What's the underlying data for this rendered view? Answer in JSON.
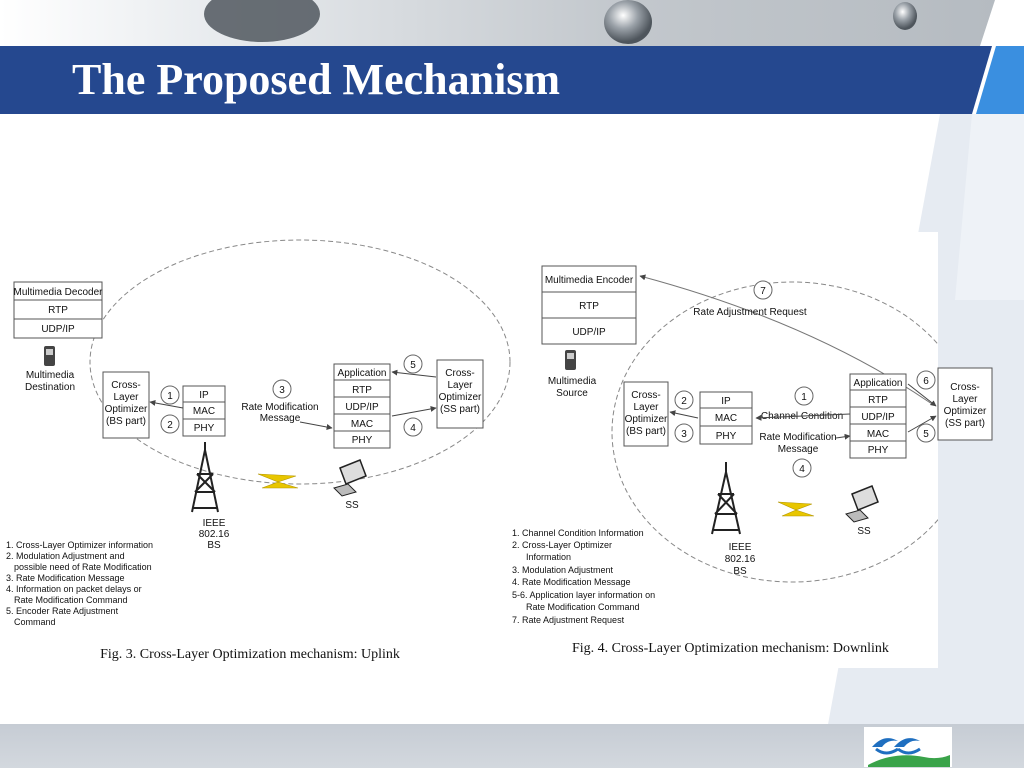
{
  "slide": {
    "title": "The Proposed Mechanism",
    "colors": {
      "title_bar": "#25488f",
      "accent": "#2e86de",
      "footer": "#cbd1d8"
    }
  },
  "fig3": {
    "decoder_stack": [
      "Multimedia Decoder",
      "RTP",
      "UDP/IP"
    ],
    "destination_label": [
      "Multimedia",
      "Destination"
    ],
    "optimizer_bs": [
      "Cross-",
      "Layer",
      "Optimizer",
      "(BS part)"
    ],
    "bs_stack": [
      "IP",
      "MAC",
      "PHY"
    ],
    "ss_stack": [
      "Application",
      "RTP",
      "UDP/IP",
      "MAC",
      "PHY"
    ],
    "optimizer_ss": [
      "Cross-",
      "Layer",
      "Optimizer",
      "(SS part)"
    ],
    "steps": [
      "1",
      "2",
      "3",
      "4",
      "5"
    ],
    "rate_msg": [
      "Rate Modification",
      "Message"
    ],
    "bs_label": [
      "IEEE",
      "802.16",
      "BS"
    ],
    "ss_label": "SS",
    "legend": [
      "1. Cross-Layer Optimizer information",
      "2. Modulation Adjustment and",
      "possible need of Rate Modification",
      "3. Rate Modification Message",
      "4. Information on packet delays or",
      "Rate Modification Command",
      "5. Encoder Rate Adjustment",
      "Command"
    ],
    "caption": "Fig. 3. Cross-Layer Optimization mechanism: Uplink"
  },
  "fig4": {
    "encoder_stack": [
      "Multimedia Encoder",
      "RTP",
      "UDP/IP"
    ],
    "source_label": [
      "Multimedia",
      "Source"
    ],
    "rate_adjust": "Rate Adjustment Request",
    "optimizer_bs": [
      "Cross-",
      "Layer",
      "Optimizer",
      "(BS part)"
    ],
    "bs_stack": [
      "IP",
      "MAC",
      "PHY"
    ],
    "ss_stack": [
      "Application",
      "RTP",
      "UDP/IP",
      "MAC",
      "PHY"
    ],
    "optimizer_ss": [
      "Cross-",
      "Layer",
      "Optimizer",
      "(SS part)"
    ],
    "steps": [
      "1",
      "2",
      "3",
      "4",
      "5",
      "6",
      "7"
    ],
    "channel_condition": "Channel Condition",
    "rate_msg": [
      "Rate Modification",
      "Message"
    ],
    "bs_label": [
      "IEEE",
      "802.16",
      "BS"
    ],
    "ss_label": "SS",
    "legend": [
      "1. Channel Condition Information",
      "2. Cross-Layer Optimizer",
      "Information",
      "3. Modulation Adjustment",
      "4. Rate Modification Message",
      "5-6. Application layer information on",
      "Rate Modification Command",
      "7. Rate Adjustment Request"
    ],
    "caption": "Fig. 4. Cross-Layer Optimization mechanism: Downlink"
  }
}
